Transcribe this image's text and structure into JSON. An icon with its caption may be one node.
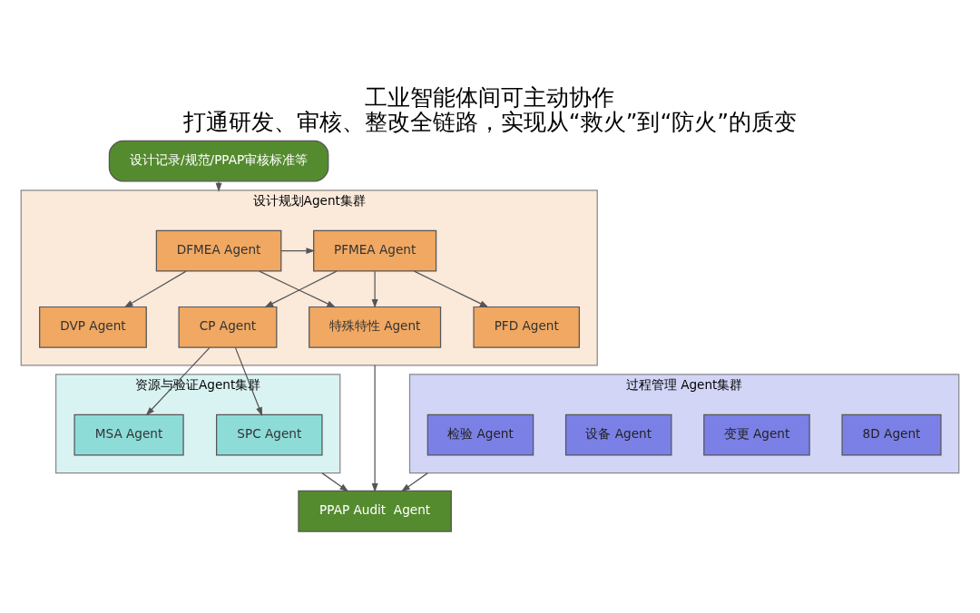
{
  "diagram": {
    "title": "工业智能体间可主动协作",
    "caption": "打通研发、审核、整改全链路，实现从“救火”到“防火”的质变",
    "nodes": [
      {
        "text": [
          "设计记录/规范/PPAP审核标准等"
        ]
      },
      {
        "text": [
          "设计规划Agent集群"
        ]
      },
      {
        "text": [
          "DFMEA Agent"
        ],
        "in": 1
      },
      {
        "text": [
          "PFMEA Agent"
        ],
        "in": 1
      },
      {
        "text": [
          "DVP Agent"
        ],
        "in": 1
      },
      {
        "text": [
          "PFD Agent"
        ],
        "in": 1
      },
      {
        "text": [
          "CP Agent"
        ],
        "in": 1
      },
      {
        "text": [
          "特殊特性 Agent"
        ],
        "in": 1
      },
      {
        "text": [
          "资源与验证Agent集群"
        ]
      },
      {
        "text": [
          "MSA Agent"
        ],
        "in": 8
      },
      {
        "text": [
          "SPC Agent"
        ],
        "in": 8
      },
      {
        "text": [
          "过程管理 Agent集群"
        ]
      },
      {
        "text": [
          "8D Agent"
        ],
        "in": 11
      },
      {
        "text": [
          "变更 Agent"
        ],
        "in": 11
      },
      {
        "text": [
          "设备 Agent"
        ],
        "in": 11
      },
      {
        "text": [
          "检验 Agent"
        ],
        "in": 11
      },
      {
        "text": [
          "PPAP Audit  Agent"
        ]
      }
    ],
    "edges": [
      {
        "from": 0,
        "to": 1,
        "arrow": "to"
      },
      {
        "from": 2,
        "to": 3,
        "arrow": "to"
      },
      {
        "from": 2,
        "to": 4,
        "arrow": "to"
      },
      {
        "from": 3,
        "to": 5,
        "arrow": "to"
      },
      {
        "from": 3,
        "to": 6,
        "arrow": "to"
      },
      {
        "from": 2,
        "to": 7,
        "arrow": "to"
      },
      {
        "from": 3,
        "to": 7,
        "arrow": "to"
      },
      {
        "from": 6,
        "to": 9,
        "arrow": "to"
      },
      {
        "from": 6,
        "to": 10,
        "arrow": "to"
      },
      {
        "from": 1,
        "to": 16,
        "arrow": "to"
      },
      {
        "from": 8,
        "to": 16,
        "arrow": "to"
      },
      {
        "from": 11,
        "to": 16,
        "arrow": "to"
      }
    ]
  }
}
